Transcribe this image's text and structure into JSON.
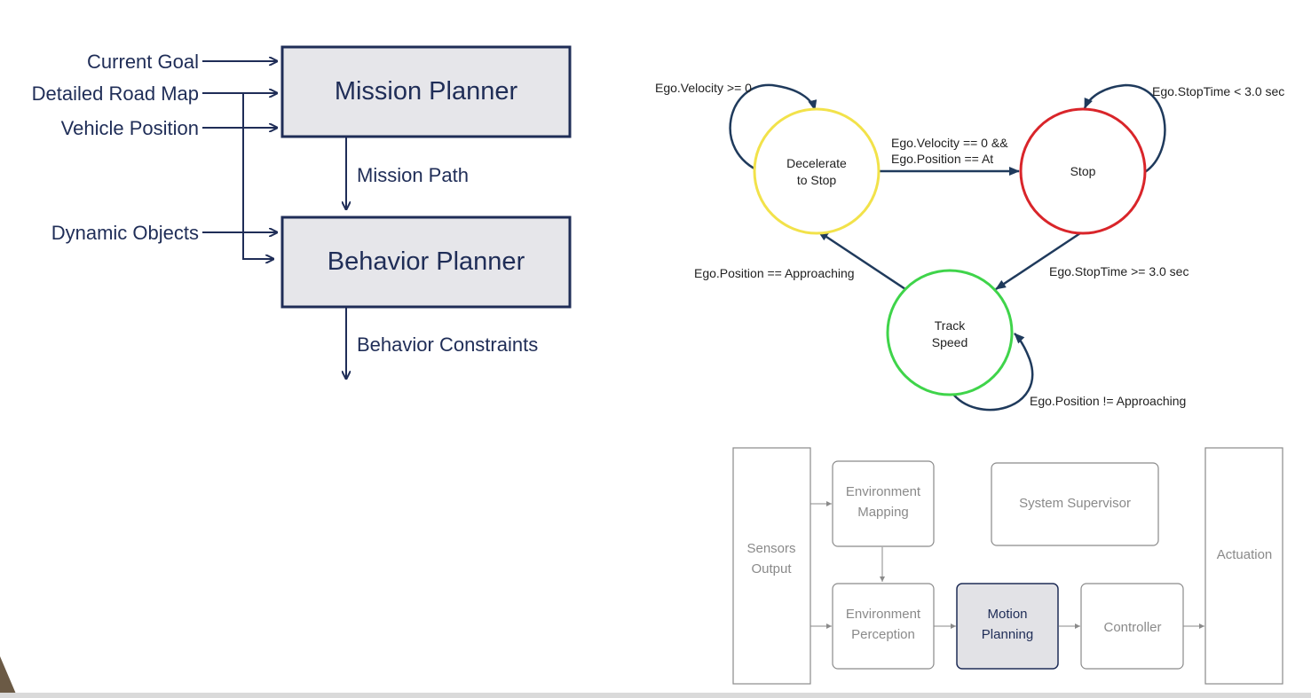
{
  "hierarchy": {
    "inputs": {
      "current_goal": "Current Goal",
      "road_map": "Detailed Road Map",
      "vehicle_position": "Vehicle Position",
      "dynamic_objects": "Dynamic Objects"
    },
    "mission_planner": "Mission Planner",
    "mission_path": "Mission Path",
    "behavior_planner": "Behavior Planner",
    "behavior_constraints": "Behavior Constraints"
  },
  "state_machine": {
    "states": {
      "decelerate": [
        "Decelerate",
        "to Stop"
      ],
      "stop": "Stop",
      "track": [
        "Track",
        "Speed"
      ]
    },
    "transitions": {
      "decel_self": "Ego.Velocity >= 0",
      "decel_to_stop": [
        "Ego.Velocity == 0 &&",
        "Ego.Position == At"
      ],
      "stop_self": "Ego.StopTime < 3.0 sec",
      "stop_to_track": "Ego.StopTime >= 3.0 sec",
      "track_to_decel": "Ego.Position == Approaching",
      "track_self": "Ego.Position != Approaching"
    },
    "colors": {
      "decelerate": "#f2e24a",
      "stop": "#d9252a",
      "track": "#3fd44a",
      "arrow": "#1f3a5c"
    }
  },
  "architecture": {
    "sensors": [
      "Sensors",
      "Output"
    ],
    "env_mapping": [
      "Environment",
      "Mapping"
    ],
    "system_supervisor": "System Supervisor",
    "env_perception": [
      "Environment",
      "Perception"
    ],
    "motion_planning": [
      "Motion",
      "Planning"
    ],
    "controller": "Controller",
    "actuation": "Actuation"
  }
}
